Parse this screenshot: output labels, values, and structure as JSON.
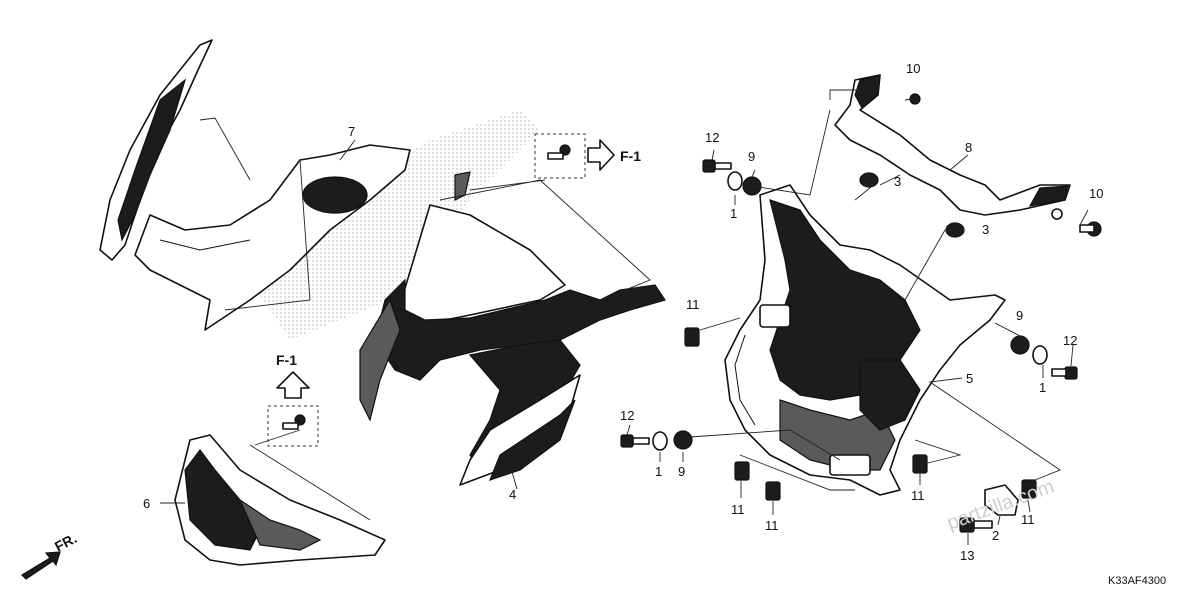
{
  "diagram": {
    "callouts": [
      {
        "id": "c7",
        "label": "7"
      },
      {
        "id": "c4",
        "label": "4"
      },
      {
        "id": "c6",
        "label": "6"
      },
      {
        "id": "c8",
        "label": "8"
      },
      {
        "id": "c10a",
        "label": "10"
      },
      {
        "id": "c10b",
        "label": "10"
      },
      {
        "id": "c12a",
        "label": "12"
      },
      {
        "id": "c12b",
        "label": "12"
      },
      {
        "id": "c12c",
        "label": "12"
      },
      {
        "id": "c9a",
        "label": "9"
      },
      {
        "id": "c9b",
        "label": "9"
      },
      {
        "id": "c9c",
        "label": "9"
      },
      {
        "id": "c1a",
        "label": "1"
      },
      {
        "id": "c1b",
        "label": "1"
      },
      {
        "id": "c1c",
        "label": "1"
      },
      {
        "id": "c3a",
        "label": "3"
      },
      {
        "id": "c3b",
        "label": "3"
      },
      {
        "id": "c5",
        "label": "5"
      },
      {
        "id": "c11a",
        "label": "11"
      },
      {
        "id": "c11b",
        "label": "11"
      },
      {
        "id": "c11c",
        "label": "11"
      },
      {
        "id": "c11d",
        "label": "11"
      },
      {
        "id": "c11e",
        "label": "11"
      },
      {
        "id": "c2",
        "label": "2"
      },
      {
        "id": "c13",
        "label": "13"
      }
    ],
    "references": {
      "upper": "F-1",
      "lower": "F-1"
    },
    "front_label": "FR.",
    "diagram_code": "K33AF4300",
    "watermark": "partzilla.com"
  }
}
